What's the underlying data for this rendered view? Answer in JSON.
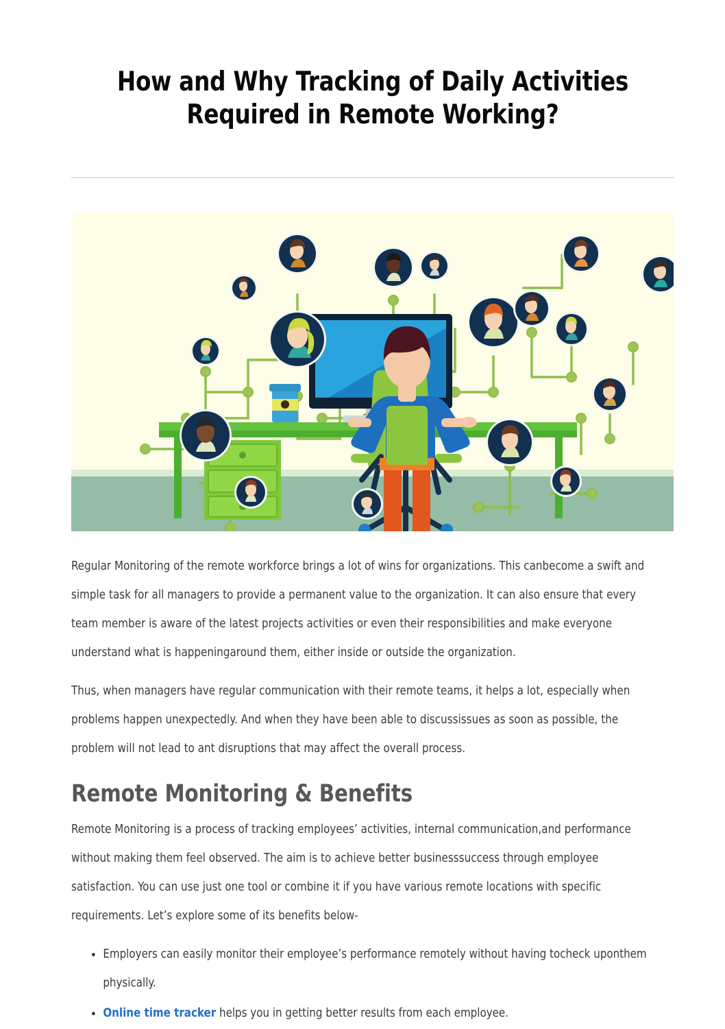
{
  "document": {
    "title": "How and Why Tracking of Daily Activities Required in Remote Working?",
    "paragraphs": [
      "Regular Monitoring of the remote workforce brings a lot of wins for organizations. This canbecome a swift and simple task for all managers to provide a permanent value to the organization. It can also ensure that every team member is aware of the latest projects activities or even their responsibilities and make everyone understand what is happeningaround them, either inside or outside the organization.",
      "Thus, when managers have regular communication with their remote teams, it helps a lot, especially when problems happen unexpectedly. And when they have been able to discussissues as soon as possible, the problem will not lead to ant disruptions that may affect the overall process."
    ],
    "section_heading": "Remote Monitoring & Benefits",
    "section_paragraph": "Remote Monitoring is a process of tracking employees’ activities, internal communication,and performance without making them feel observed. The aim is to achieve better businesssuccess through employee satisfaction. You can use just one tool or combine it if you have various remote locations with specific requirements. Let’s explore some of its benefits below-",
    "bullets": [
      {
        "link_text": null,
        "text": "Employers can easily monitor their employee’s performance remotely without having tocheck uponthem physically."
      },
      {
        "link_text": "Online time tracker",
        "text": " helps you in getting better results from each employee."
      }
    ]
  },
  "illustration": {
    "alt": "Remote worker at desk connected to a network of team member avatars",
    "background_color": "#fdfde8",
    "floor_color": "#94bca6",
    "floor_highlight_color": "#c3ddc6",
    "connector_color": "#8dbe4a",
    "node_color": "#9fc455",
    "avatar_background": "#12304f",
    "avatar_ring": "#f2f6ef",
    "monitor_bezel": "#0e2235",
    "monitor_screen_light": "#2aa4dd",
    "monitor_screen_dark": "#1c80c4",
    "monitor_stand": "#b9c6cc",
    "desk_color": "#4caf2f",
    "desk_top_color": "#63c23e",
    "drawer_color": "#7dc937",
    "drawer_face_color": "#8fd744",
    "chair_color": "#8cc63f",
    "chair_frame_color": "#15314b",
    "shirt_color": "#1f6fbf",
    "hair_color": "#4a1420",
    "skin_color": "#f3c9a8",
    "pants_color": "#e2571f",
    "belt_color": "#f07f2a",
    "cup_body_color": "#3ba3d8",
    "cup_band_color": "#e6e85a"
  },
  "colors": {
    "title": "#0a0a0a",
    "body_text": "#3b3b3b",
    "heading": "#585858",
    "link": "#2670c9",
    "divider": "#e2e2e2",
    "page_background": "#ffffff"
  }
}
